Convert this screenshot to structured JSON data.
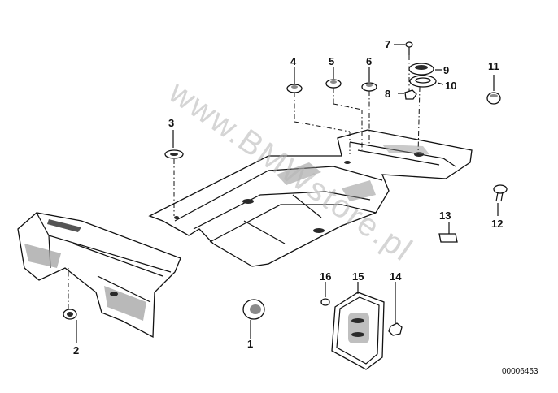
{
  "diagram": {
    "document_number": "00006453",
    "watermark": "www.BMWstore.pl",
    "callouts": {
      "c1": "1",
      "c2": "2",
      "c3": "3",
      "c4": "4",
      "c5": "5",
      "c6": "6",
      "c7": "7",
      "c8": "8",
      "c9": "9",
      "c10": "10",
      "c11": "11",
      "c12": "12",
      "c13": "13",
      "c14": "14",
      "c15": "15",
      "c16": "16"
    }
  }
}
